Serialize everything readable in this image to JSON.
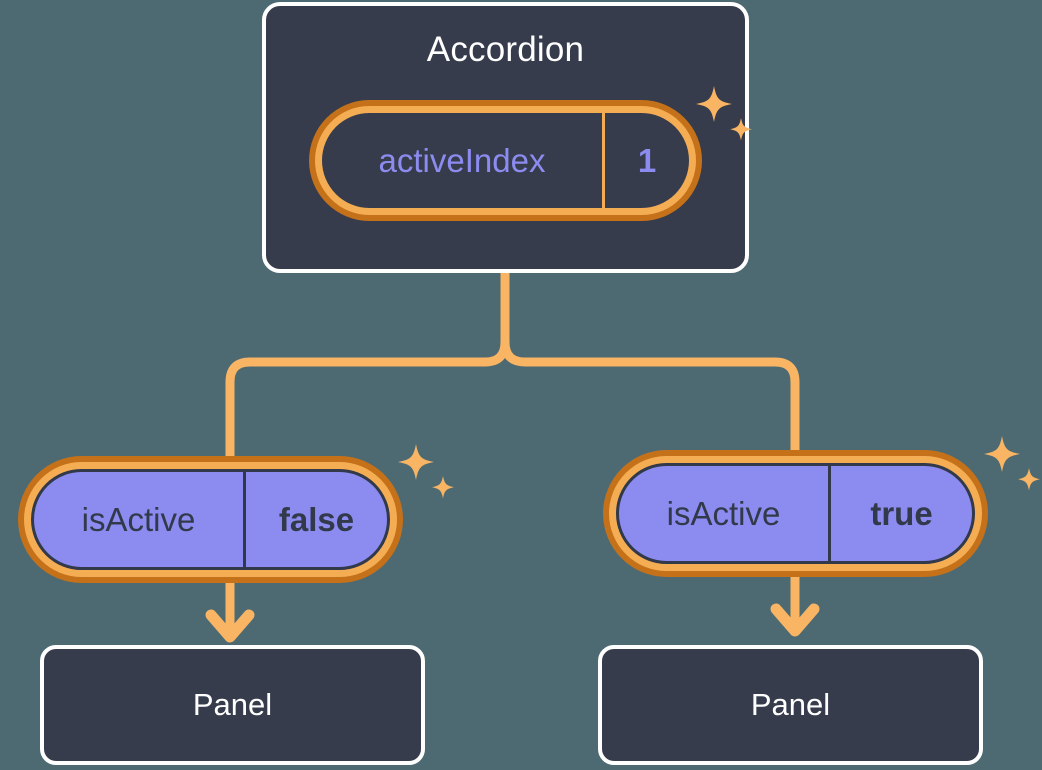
{
  "diagram": {
    "title_root": "Accordion",
    "background_color": "#4d6a73",
    "accent_color": "#f5ad54",
    "accent_dark_color": "#c4711a",
    "node_fill_color": "#363c4c",
    "value_color": "#8c8cf0"
  },
  "root": {
    "label": "Accordion",
    "state": {
      "key": "activeIndex",
      "value": "1"
    },
    "sparkle_icon": "sparkles-icon"
  },
  "branches": [
    {
      "side": "left",
      "state": {
        "key": "isActive",
        "value": "false"
      },
      "sparkle_icon": "sparkles-icon",
      "child": {
        "label": "Panel"
      }
    },
    {
      "side": "right",
      "state": {
        "key": "isActive",
        "value": "true"
      },
      "sparkle_icon": "sparkles-icon",
      "child": {
        "label": "Panel"
      }
    }
  ]
}
